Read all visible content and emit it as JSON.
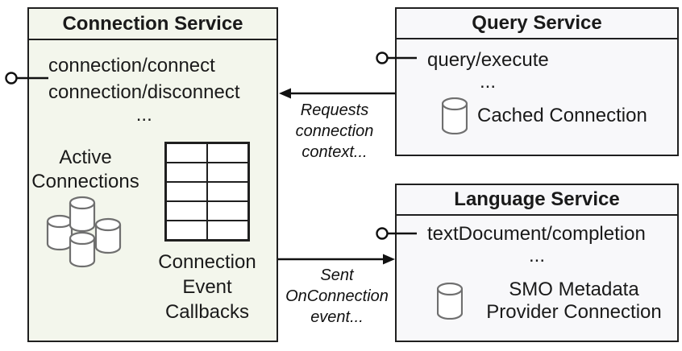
{
  "diagram": {
    "connection_service": {
      "title": "Connection Service",
      "method_1": "connection/connect",
      "method_2": "connection/disconnect",
      "ellipsis": "...",
      "active_connections_label": "Active Connections",
      "callbacks_label": "Connection Event Callbacks"
    },
    "query_service": {
      "title": "Query Service",
      "method_1": "query/execute",
      "ellipsis": "...",
      "cached_connection_label": "Cached Connection"
    },
    "language_service": {
      "title": "Language Service",
      "method_1": "textDocument/completion",
      "ellipsis": "...",
      "metadata_label": "SMO Metadata Provider Connection"
    },
    "connectors": {
      "requests_label": "Requests connection context...",
      "sent_label": "Sent OnConnection event..."
    },
    "colors": {
      "connection_fill": "#f3f6ec",
      "service_fill": "#f8f8fa",
      "border": "#1f1f1f",
      "cylinder_stroke": "#6f6f6f"
    }
  }
}
